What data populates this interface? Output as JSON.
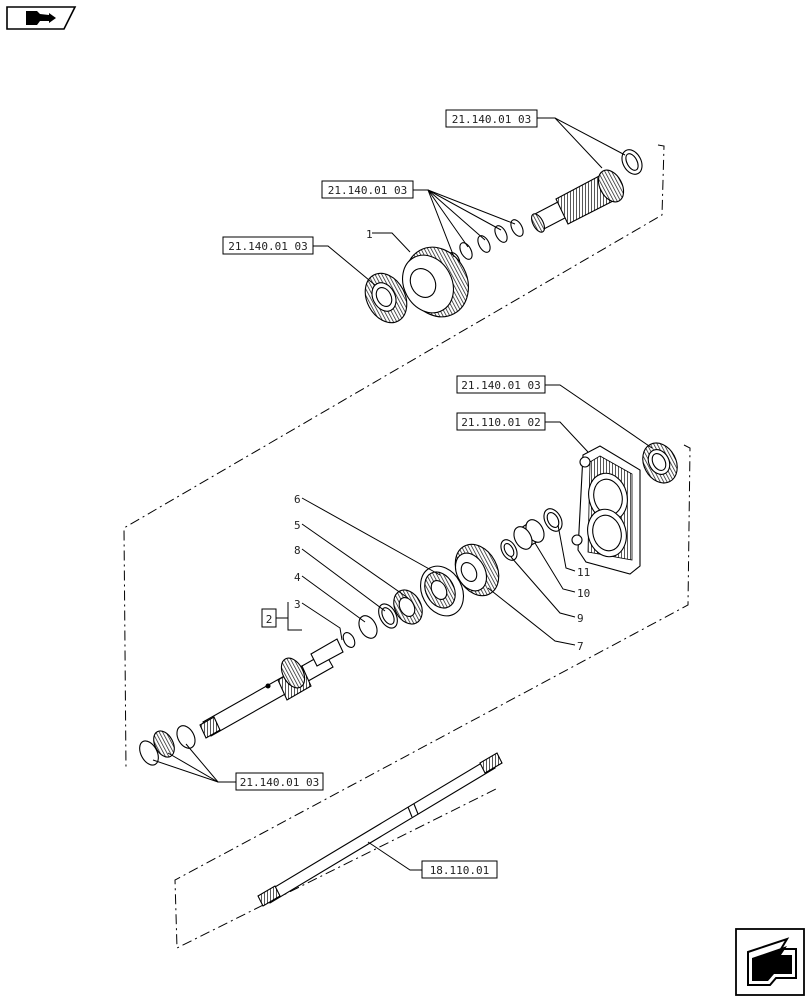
{
  "nav": {
    "top_left_icon": "page-back-arrow-icon",
    "bottom_right_icon": "page-next-arrow-icon"
  },
  "refs": {
    "r1": "21.140.01 03",
    "r2": "21.140.01 03",
    "r3": "21.140.01 03",
    "r4": "21.140.01 03",
    "r5": "21.110.01 02",
    "r6": "21.140.01 03",
    "r7": "18.110.01"
  },
  "callouts": {
    "c1": "1",
    "c2": "2",
    "c3": "3",
    "c4": "4",
    "c5": "5",
    "c6": "6",
    "c7": "7",
    "c8": "8",
    "c9": "9",
    "c10": "10",
    "c11": "11"
  }
}
